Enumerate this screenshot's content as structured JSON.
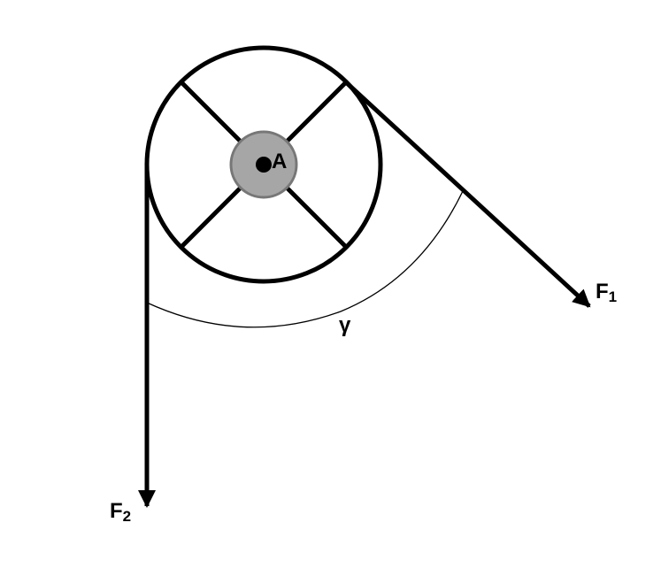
{
  "labels": {
    "center": "A",
    "force_one": "F",
    "force_one_subscript": "1",
    "force_two": "F",
    "force_two_subscript": "2",
    "angle": "γ"
  },
  "colors": {
    "stroke": "#000000",
    "hub_fill": "#a6a6a6",
    "hub_stroke": "#777777",
    "background": "#ffffff"
  }
}
